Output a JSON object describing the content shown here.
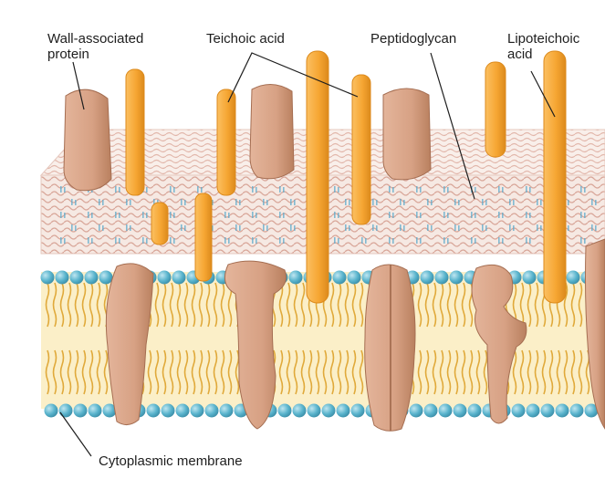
{
  "labels": {
    "wall_protein": [
      "Wall-associated",
      "protein"
    ],
    "teichoic_acid": "Teichoic acid",
    "peptidoglycan": "Peptidoglycan",
    "lipoteichoic_acid": [
      "Lipoteichoic",
      "acid"
    ],
    "cytoplasmic_membrane": "Cytoplasmic membrane"
  },
  "colors": {
    "background": "#ffffff",
    "peptidoglycan_base": "#f6e9e3",
    "peptidoglycan_weave": "#d9a79a",
    "peptidoglycan_crosslink": "#5ba9cc",
    "membrane_bg": "#fbefc8",
    "lipid_tail": "#e0a93a",
    "lipid_head": "#58b3cc",
    "protein": "#d7a184",
    "protein_shade": "#b9805f",
    "teichoic": "#f6a633",
    "teichoic_edge": "#dc8a1c",
    "leader_line": "#1e1e1e"
  }
}
